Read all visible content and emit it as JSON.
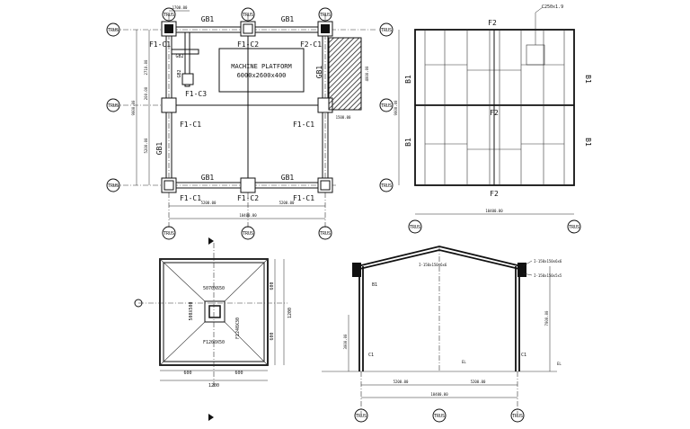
{
  "grid_label": "TRUS",
  "plan": {
    "beam_labels": [
      "GB1",
      "GB1",
      "GB1",
      "GB1",
      "GB1",
      "GB1",
      "GB2",
      "GB2"
    ],
    "col_labels": [
      "F1-C1",
      "F1-C2",
      "F2-C1",
      "F1-C1",
      "F1-C1",
      "F1-C1",
      "F1-C2",
      "F1-C1",
      "F1-C3"
    ],
    "platform_title": "MACHINE PLATFORM",
    "platform_size": "6000x2600x400",
    "dims": {
      "top_small": "1700.00",
      "left_a": "2710.00",
      "left_b": "5200.00",
      "left_total": "9000.00",
      "left_c": "200.00",
      "bottom_a": "5200.00",
      "bottom_b": "5200.00",
      "bottom_total": "10400.00",
      "hatch_dim": "1500.00",
      "hatch_side": "4000.00"
    }
  },
  "roof": {
    "callout": "C250x1.9",
    "rafter_labels": [
      "F2",
      "F2",
      "F2"
    ],
    "side_labels": [
      "B1",
      "B1",
      "B1",
      "B1"
    ],
    "dim_bottom": "10400.00",
    "dim_left": "9000.00"
  },
  "footing": {
    "pedestal": "500X500",
    "top_text": "5070X650",
    "footing_text": "F1200X50",
    "side_text": "F1240X30",
    "dim_left": "600",
    "dim_right": "600",
    "dim_total": "1200",
    "dim_v1": "600",
    "dim_v2": "600",
    "dim_vt": "1200"
  },
  "section": {
    "left_col": "C1",
    "right_col": "C1",
    "beam": "B1",
    "rafter_spec": "I-150x150x6x6",
    "spec_r1": "I-150x150x6x6",
    "spec_r2": "I-150x150x5x5",
    "left_height": "3000.00",
    "right_height": "7000.00",
    "dim_a": "5200.00",
    "dim_b": "5200.00",
    "dim_total": "10400.00",
    "ground": "EL"
  }
}
